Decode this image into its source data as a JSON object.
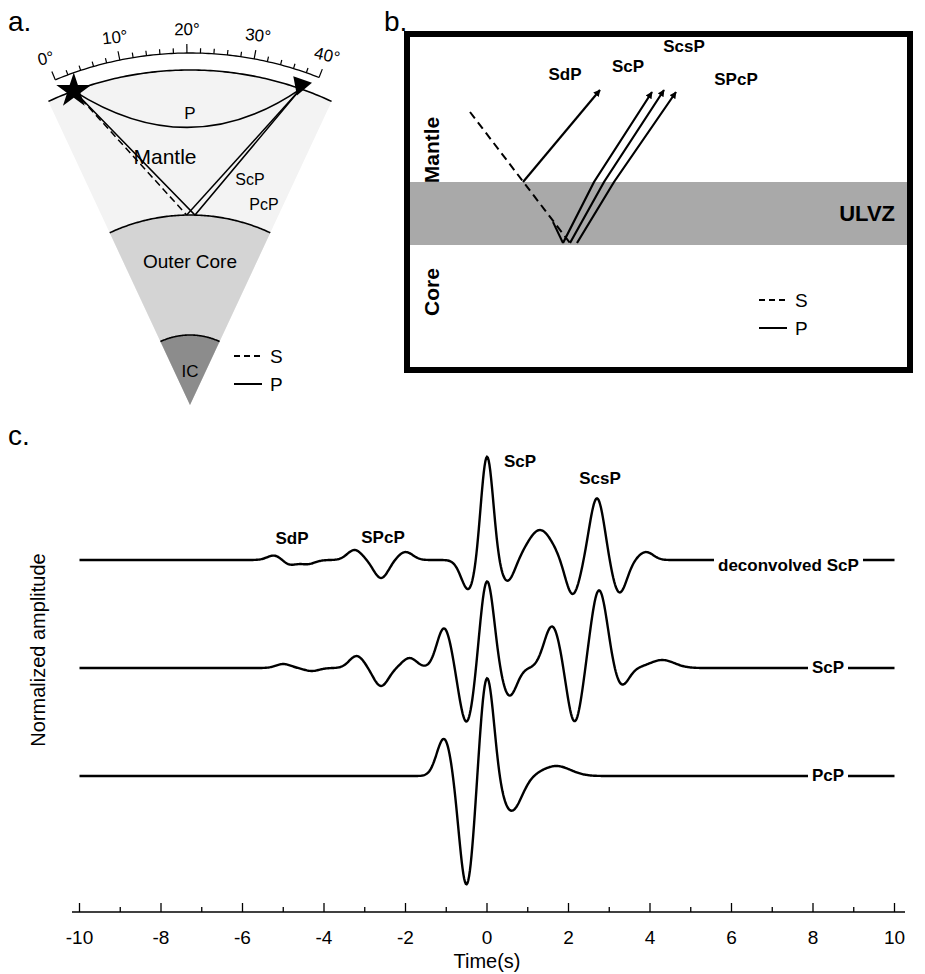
{
  "diagram": {
    "nodes": [
      {
        "text": [
          "ULVZ"
        ]
      }
    ],
    "labels": [
      "a.",
      "0°",
      "10°",
      "20°",
      "30°",
      "40°",
      "P",
      "Mantle",
      "ScP",
      "PcP",
      "Outer Core",
      "IC",
      "b.",
      "SdP",
      "ScP",
      "ScsP",
      "SPcP",
      "Mantle",
      "Core",
      "c.",
      "SdP",
      "SPcP",
      "ScP",
      "ScsP",
      "deconvolved ScP",
      "ScP",
      "PcP",
      "Normalized amplitude",
      "-10",
      "-8",
      "-6",
      "-4",
      "-2",
      "0",
      "2",
      "4",
      "6",
      "8",
      "10",
      "Time(s)"
    ],
    "legend": [
      {
        "text": "S"
      },
      {
        "text": "P"
      },
      {
        "text": "S"
      },
      {
        "text": "P"
      }
    ]
  }
}
